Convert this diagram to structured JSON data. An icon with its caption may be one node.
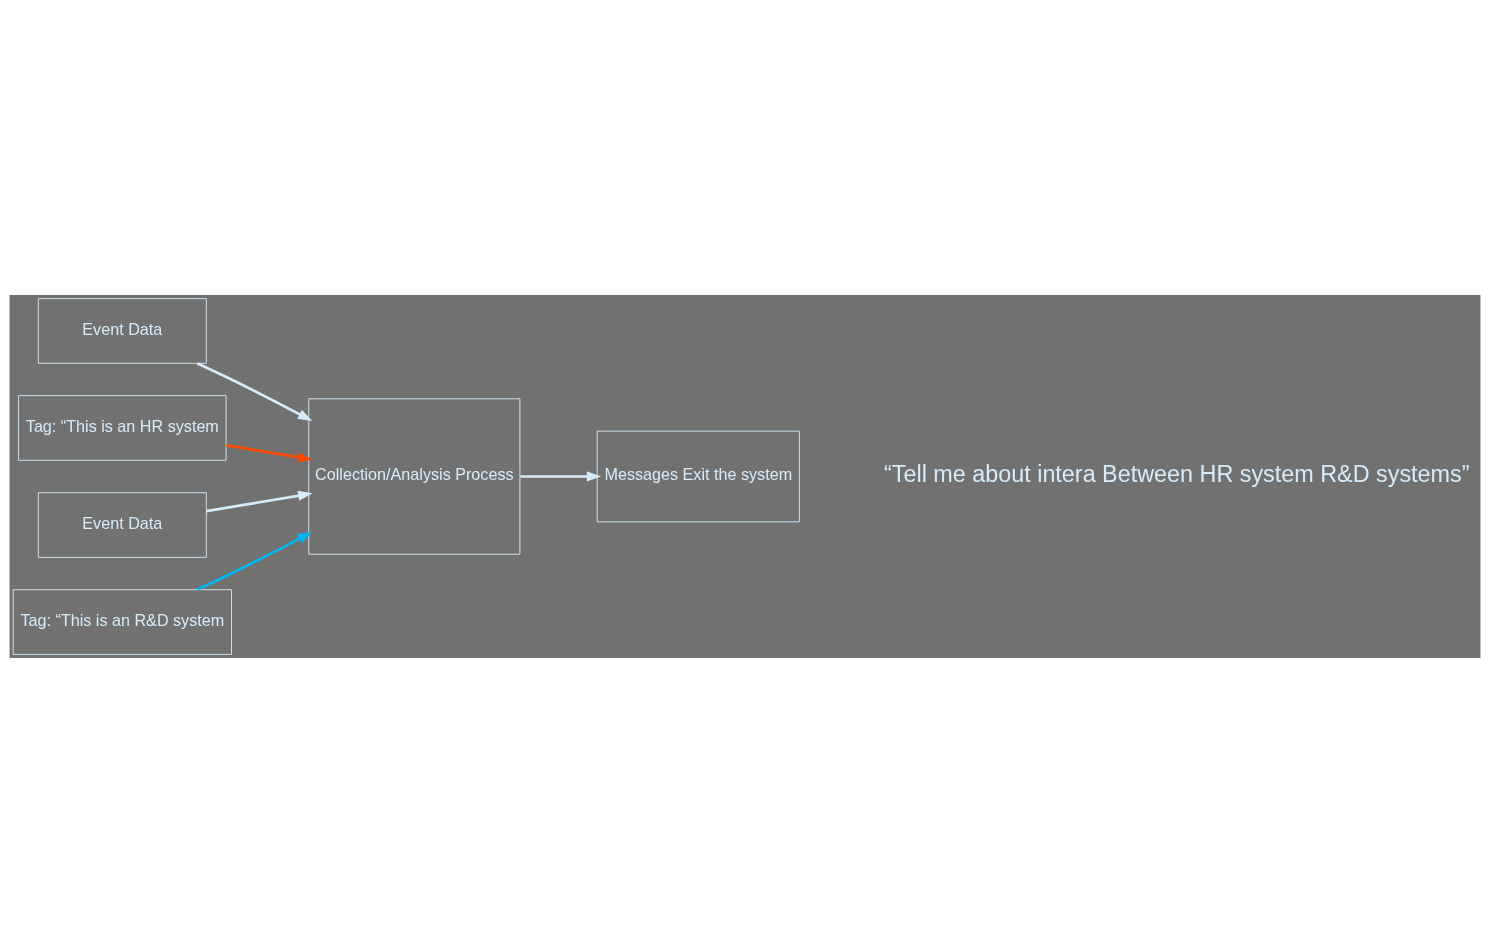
{
  "diagram": {
    "nodes": [
      {
        "text": [
          "Event Data"
        ]
      },
      {
        "text": [
          "Tag: “This is an HR system"
        ]
      },
      {
        "text": [
          "Collection/Analysis Process"
        ]
      },
      {
        "text": [
          "Messages Exit the system"
        ]
      },
      {
        "text": [
          "Event Data"
        ]
      },
      {
        "text": [
          "Tag: “This is an R&D system"
        ]
      }
    ],
    "edges": [
      {
        "from": 0,
        "to": 2,
        "arrow": "to"
      },
      {
        "from": 1,
        "to": 2,
        "arrow": "to",
        "color": "#ff4a00"
      },
      {
        "from": 2,
        "to": 3,
        "arrow": "to"
      },
      {
        "from": 4,
        "to": 2,
        "arrow": "to"
      },
      {
        "from": 5,
        "to": 2,
        "arrow": "to",
        "color": "#00b8f0"
      }
    ],
    "labels": [
      "“Tell me about intera Between HR system R&D systems”"
    ]
  }
}
